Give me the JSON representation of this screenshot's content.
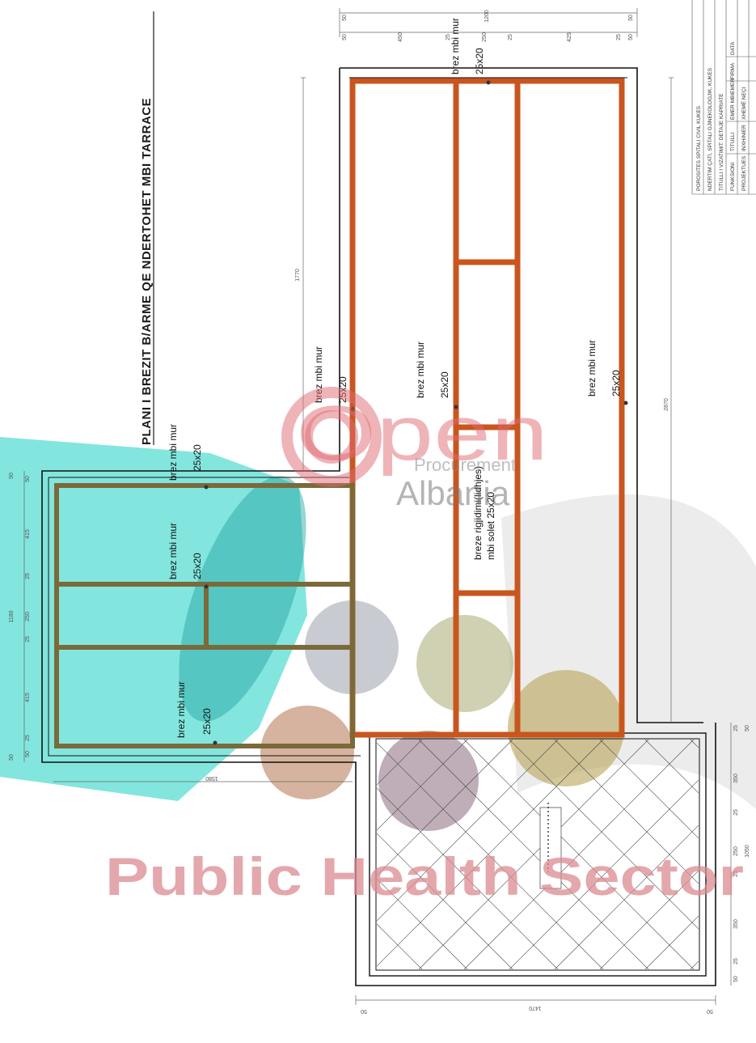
{
  "title": "PLANI I BREZIT B/ARME QE NDERTOHET MBI TARRACE",
  "beam_labels": [
    {
      "text": "brez mbi mur",
      "size": "25x20"
    },
    {
      "text": "brez mbi mur",
      "size": "25x20"
    },
    {
      "text": "brez mbi mur",
      "size": "25x20"
    },
    {
      "text": "brez mbi mur",
      "size": "25x20"
    },
    {
      "text": "brez mbi mur",
      "size": "25x20"
    },
    {
      "text": "brez mbi mur",
      "size": "25x20"
    },
    {
      "text": "brez mbi mur",
      "size": "25x20"
    }
  ],
  "rigid_label": {
    "line1": "breze rigjidimi(lidhjes)",
    "line2": "mbi solet 25x20"
  },
  "dimensions": {
    "top_outer": [
      "50",
      "1200",
      "50"
    ],
    "top_inner": [
      "50",
      "450",
      "25",
      "250",
      "25",
      "425",
      "25",
      "50"
    ],
    "left_outer": "1180",
    "left_inner": [
      "50",
      "50",
      "415",
      "25",
      "250",
      "25",
      "415",
      "25",
      "50",
      "50"
    ],
    "long_left": "1770",
    "long_right": "2870",
    "left_bottom": "1580",
    "bottom_total": "1470",
    "bottom_ends": [
      "50",
      "50"
    ],
    "right_side": [
      "50",
      "25",
      "350",
      "25",
      "250",
      "25",
      "350",
      "25",
      "50"
    ],
    "right_total": "1050"
  },
  "title_block": {
    "rows": [
      "POROSITES SPITALI CIVIL KUKES",
      "NDERTIM ÇATI, SPITALI GJINEKOLOGJIK, KUKES",
      "TITULLI I VIZATIMIT: DETAJE KAPRIATE"
    ],
    "headers": [
      "FUNKSIONI",
      "TITULLI",
      "EMER MBIEMER",
      "FIRMA",
      "DATA"
    ],
    "row_projektues": [
      "PROJEKTUES",
      "INXHINIER",
      "XHEMË NEÇI"
    ]
  },
  "watermark": {
    "brand": "Open",
    "sub1": "Procurement",
    "sub2": "Albania",
    "banner": "Public Health Sector"
  },
  "colors": {
    "beam_orange": "#c8561e",
    "beam_olive": "#7a6a3a",
    "teal_shape": "#3fd8cc",
    "watermark_pink": "#d98a90"
  }
}
